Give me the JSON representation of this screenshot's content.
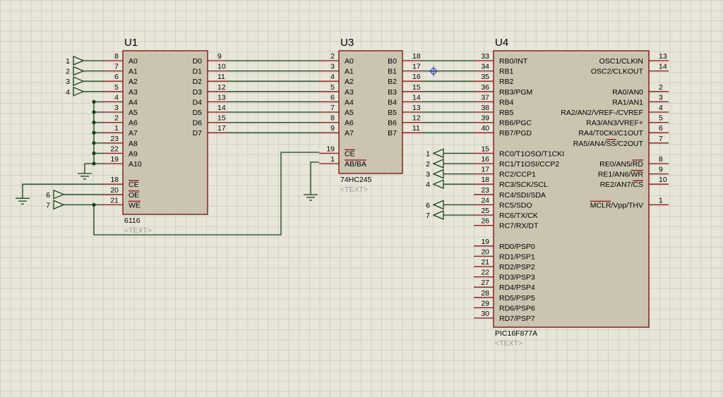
{
  "components": [
    {
      "ref": "U1",
      "value": "6116",
      "placeholder": "<TEXT>",
      "left": [
        {
          "num": "8",
          "label": "A0"
        },
        {
          "num": "7",
          "label": "A1"
        },
        {
          "num": "6",
          "label": "A2"
        },
        {
          "num": "5",
          "label": "A3"
        },
        {
          "num": "4",
          "label": "A4"
        },
        {
          "num": "3",
          "label": "A5"
        },
        {
          "num": "2",
          "label": "A6"
        },
        {
          "num": "1",
          "label": "A7"
        },
        {
          "num": "23",
          "label": "A8"
        },
        {
          "num": "22",
          "label": "A9"
        },
        {
          "num": "19",
          "label": "A10"
        },
        {
          "num": "",
          "label": ""
        },
        {
          "num": "18",
          "label": "CE",
          "over": true
        },
        {
          "num": "20",
          "label": "OE",
          "over": true
        },
        {
          "num": "21",
          "label": "WE",
          "over": true
        }
      ],
      "right": [
        {
          "num": "9",
          "label": "D0"
        },
        {
          "num": "10",
          "label": "D1"
        },
        {
          "num": "11",
          "label": "D2"
        },
        {
          "num": "12",
          "label": "D3"
        },
        {
          "num": "13",
          "label": "D4"
        },
        {
          "num": "14",
          "label": "D5"
        },
        {
          "num": "15",
          "label": "D6"
        },
        {
          "num": "17",
          "label": "D7"
        }
      ]
    },
    {
      "ref": "U3",
      "value": "74HC245",
      "placeholder": "<TEXT>",
      "left": [
        {
          "num": "2",
          "label": "A0"
        },
        {
          "num": "3",
          "label": "A1"
        },
        {
          "num": "4",
          "label": "A2"
        },
        {
          "num": "5",
          "label": "A3"
        },
        {
          "num": "6",
          "label": "A4"
        },
        {
          "num": "7",
          "label": "A5"
        },
        {
          "num": "8",
          "label": "A6"
        },
        {
          "num": "9",
          "label": "A7"
        },
        {
          "num": "",
          "label": ""
        },
        {
          "num": "19",
          "label": "CE",
          "over": true
        },
        {
          "num": "1",
          "label": "AB/BA",
          "over": true
        }
      ],
      "right": [
        {
          "num": "18",
          "label": "B0"
        },
        {
          "num": "17",
          "label": "B1"
        },
        {
          "num": "16",
          "label": "B2"
        },
        {
          "num": "15",
          "label": "B3"
        },
        {
          "num": "14",
          "label": "B4"
        },
        {
          "num": "13",
          "label": "B5"
        },
        {
          "num": "12",
          "label": "B6"
        },
        {
          "num": "11",
          "label": "B7"
        }
      ]
    },
    {
      "ref": "U4",
      "value": "PIC16F877A",
      "placeholder": "<TEXT>",
      "left": [
        {
          "num": "33",
          "label": "RB0/INT"
        },
        {
          "num": "34",
          "label": "RB1"
        },
        {
          "num": "35",
          "label": "RB2"
        },
        {
          "num": "36",
          "label": "RB3/PGM"
        },
        {
          "num": "37",
          "label": "RB4"
        },
        {
          "num": "38",
          "label": "RB5"
        },
        {
          "num": "39",
          "label": "RB6/PGC"
        },
        {
          "num": "40",
          "label": "RB7/PGD"
        },
        {
          "num": "",
          "label": ""
        },
        {
          "num": "15",
          "label": "RC0/T1OSO/T1CKI"
        },
        {
          "num": "16",
          "label": "RC1/T1OSI/CCP2"
        },
        {
          "num": "17",
          "label": "RC2/CCP1"
        },
        {
          "num": "18",
          "label": "RC3/SCK/SCL"
        },
        {
          "num": "23",
          "label": "RC4/SDI/SDA"
        },
        {
          "num": "24",
          "label": "RC5/SDO"
        },
        {
          "num": "25",
          "label": "RC6/TX/CK"
        },
        {
          "num": "26",
          "label": "RC7/RX/DT"
        },
        {
          "num": "",
          "label": ""
        },
        {
          "num": "19",
          "label": "RD0/PSP0"
        },
        {
          "num": "20",
          "label": "RD1/PSP1"
        },
        {
          "num": "21",
          "label": "RD2/PSP2"
        },
        {
          "num": "22",
          "label": "RD3/PSP3"
        },
        {
          "num": "27",
          "label": "RD4/PSP4"
        },
        {
          "num": "28",
          "label": "RD5/PSP5"
        },
        {
          "num": "29",
          "label": "RD6/PSP6"
        },
        {
          "num": "30",
          "label": "RD7/PSP7"
        }
      ],
      "right": [
        {
          "num": "13",
          "label": "OSC1/CLKIN"
        },
        {
          "num": "14",
          "label": "OSC2/CLKOUT"
        },
        {
          "num": "",
          "label": ""
        },
        {
          "num": "2",
          "label": "RA0/AN0"
        },
        {
          "num": "3",
          "label": "RA1/AN1"
        },
        {
          "num": "4",
          "label": "RA2/AN2/VREF-/CVREF"
        },
        {
          "num": "5",
          "label": "RA3/AN3/VREF+"
        },
        {
          "num": "6",
          "label": "RA4/T0CKI/C1OUT"
        },
        {
          "num": "7",
          "label": "RA5/AN4/SS/C2OUT",
          "over_part": "SS"
        },
        {
          "num": "",
          "label": ""
        },
        {
          "num": "8",
          "label": "RE0/AN5/RD",
          "over_part": "RD"
        },
        {
          "num": "9",
          "label": "RE1/AN6/WR",
          "over_part": "WR"
        },
        {
          "num": "10",
          "label": "RE2/AN7/CS",
          "over_part": "CS"
        },
        {
          "num": "",
          "label": ""
        },
        {
          "num": "1",
          "label": "MCLR/Vpp/THV",
          "over_part": "MCLR"
        }
      ]
    }
  ],
  "terminals": {
    "u1_address": [
      "1",
      "2",
      "3",
      "4"
    ],
    "u1_control": [
      "6",
      "7"
    ],
    "u4_portc": [
      "1",
      "2",
      "3",
      "4",
      "6",
      "7"
    ]
  }
}
